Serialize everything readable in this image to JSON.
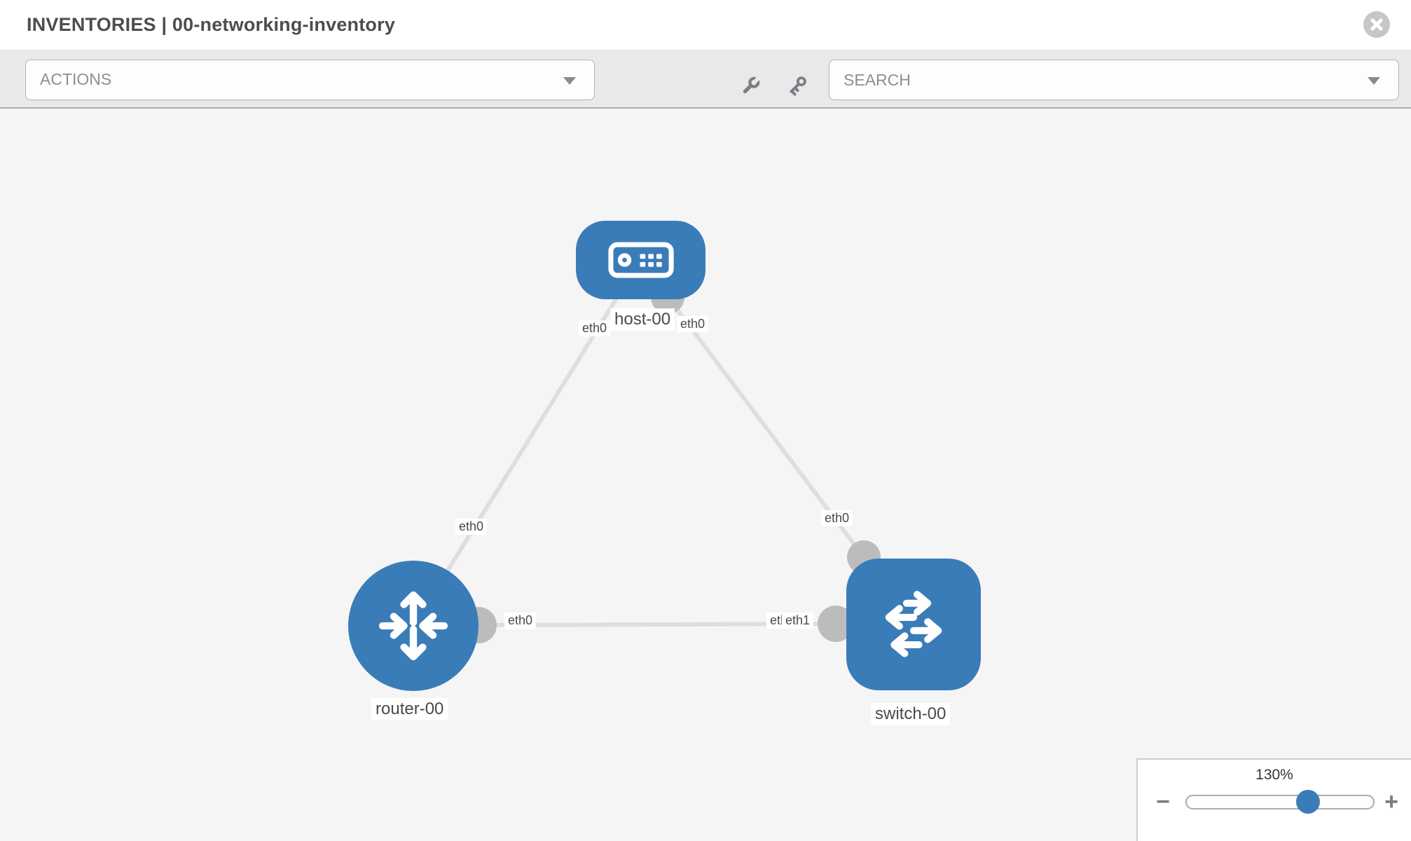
{
  "header": {
    "title": "INVENTORIES | 00-networking-inventory"
  },
  "toolbar": {
    "actions": {
      "label": "ACTIONS"
    },
    "tools": [
      {
        "icon": "wrench-icon"
      },
      {
        "icon": "key-icon"
      }
    ],
    "search": {
      "placeholder": "SEARCH"
    }
  },
  "topology": {
    "nodes": [
      {
        "name": "host-00",
        "type": "host",
        "icon": "host-icon"
      },
      {
        "name": "router-00",
        "type": "router",
        "icon": "router-icon"
      },
      {
        "name": "switch-00",
        "type": "switch",
        "icon": "switch-icon"
      }
    ],
    "links": [
      {
        "source": "host-00",
        "source_port": "eth0",
        "target": "router-00",
        "target_port": "eth0"
      },
      {
        "source": "host-00",
        "source_port": "eth0",
        "target": "switch-00",
        "target_port": "eth0"
      },
      {
        "source": "router-00",
        "source_port": "eth0",
        "target": "switch-00",
        "target_port": "eth1"
      }
    ],
    "port_labels": [
      {
        "text": "eth0",
        "at": "host-00 lower-left"
      },
      {
        "text": "eth0",
        "at": "host-00 lower-right"
      },
      {
        "text": "eth0",
        "at": "link host-router midpoint"
      },
      {
        "text": "eth0",
        "at": "link host-switch near switch"
      },
      {
        "text": "eth0",
        "at": "router-00 right"
      },
      {
        "text": "eth0",
        "at": "switch-00 left (partially covered)"
      },
      {
        "text": "eth1",
        "at": "switch-00 left"
      }
    ]
  },
  "zoom_control": {
    "value": "130%",
    "percent": 130,
    "minus_label": "−",
    "plus_label": "+"
  },
  "colors": {
    "node_blue": "#3a7cb8",
    "link_gray": "#dedede",
    "connector_gray": "#bcbcbc",
    "toolbar_gray": "#e9e9e9",
    "canvas_gray": "#f5f5f5",
    "slider_knob_blue": "#3a7cb8"
  }
}
